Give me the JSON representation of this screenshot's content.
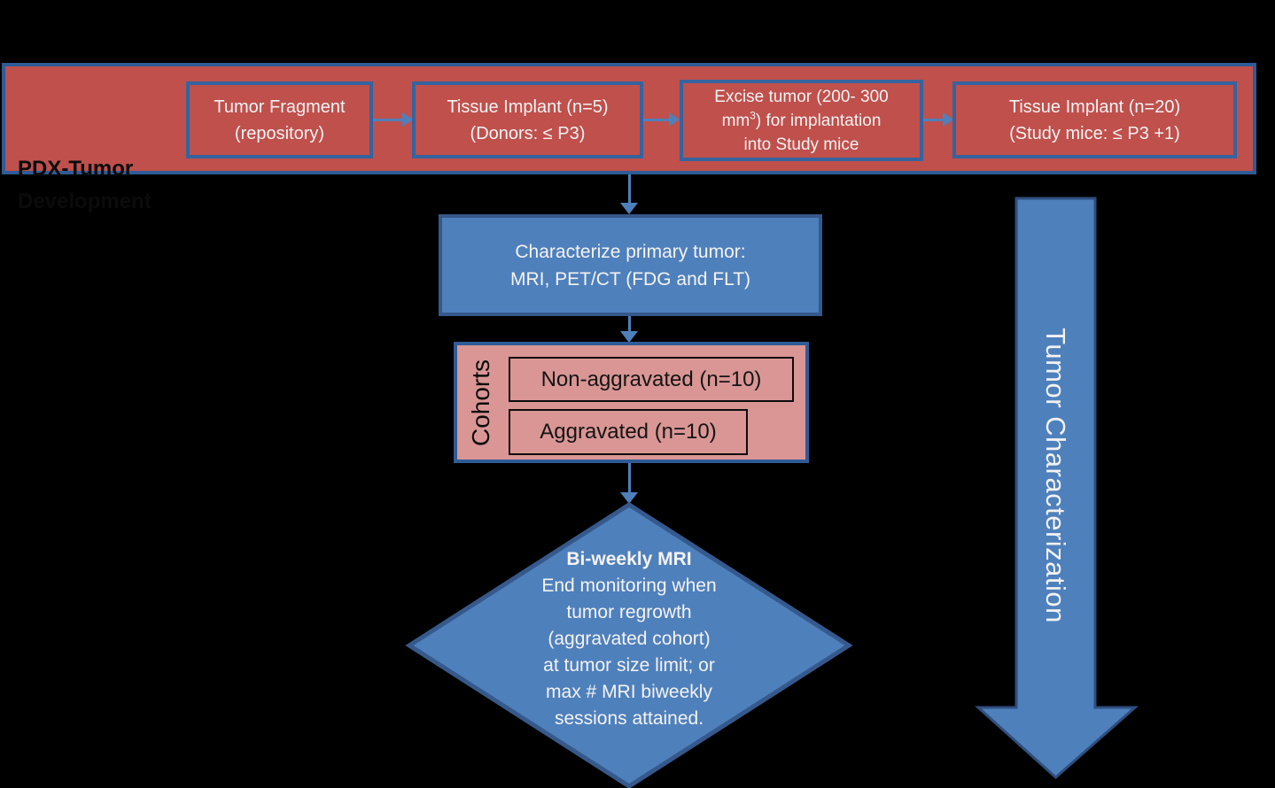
{
  "colors": {
    "background": "#000000",
    "banner_fill": "#BF504C",
    "pink_fill": "#D99694",
    "blue_fill": "#4E80BC",
    "banner_border": "#2F5B96",
    "box_border": "#36639E",
    "blue_border": "#36598C",
    "arrow": "#4E80BC",
    "text_white": "#F5F3F3",
    "text_black": "#0B0B0B"
  },
  "banner": {
    "label_line1": "PDX-Tumor",
    "label_line2": "Development",
    "boxes": [
      {
        "line1": "Tumor Fragment",
        "line2": "(repository)"
      },
      {
        "line1": "Tissue Implant (n=5)",
        "line2": "(Donors: ≤ P3)"
      },
      {
        "line1": "Excise tumor (200- 300",
        "line2_pre": "mm",
        "line2_sup": "3",
        "line2_post": ") for implantation",
        "line3": "into Study mice"
      },
      {
        "line1": "Tissue Implant (n=20)",
        "line2": "(Study mice: ≤ P3 +1)"
      }
    ]
  },
  "characterize_box": {
    "line1": "Characterize primary tumor:",
    "line2": "MRI, PET/CT (FDG and FLT)"
  },
  "cohorts": {
    "label": "Cohorts",
    "items": [
      {
        "label": "Non-aggravated (n=10)"
      },
      {
        "label": "Aggravated (n=10)"
      }
    ]
  },
  "decision_diamond": {
    "title": "Bi-weekly MRI",
    "lines": [
      "End monitoring when",
      "tumor regrowth",
      "(aggravated cohort)",
      "at tumor size limit; or",
      "max # MRI biweekly",
      "sessions attained."
    ]
  },
  "side_arrow": {
    "label": "Tumor Characterization"
  }
}
